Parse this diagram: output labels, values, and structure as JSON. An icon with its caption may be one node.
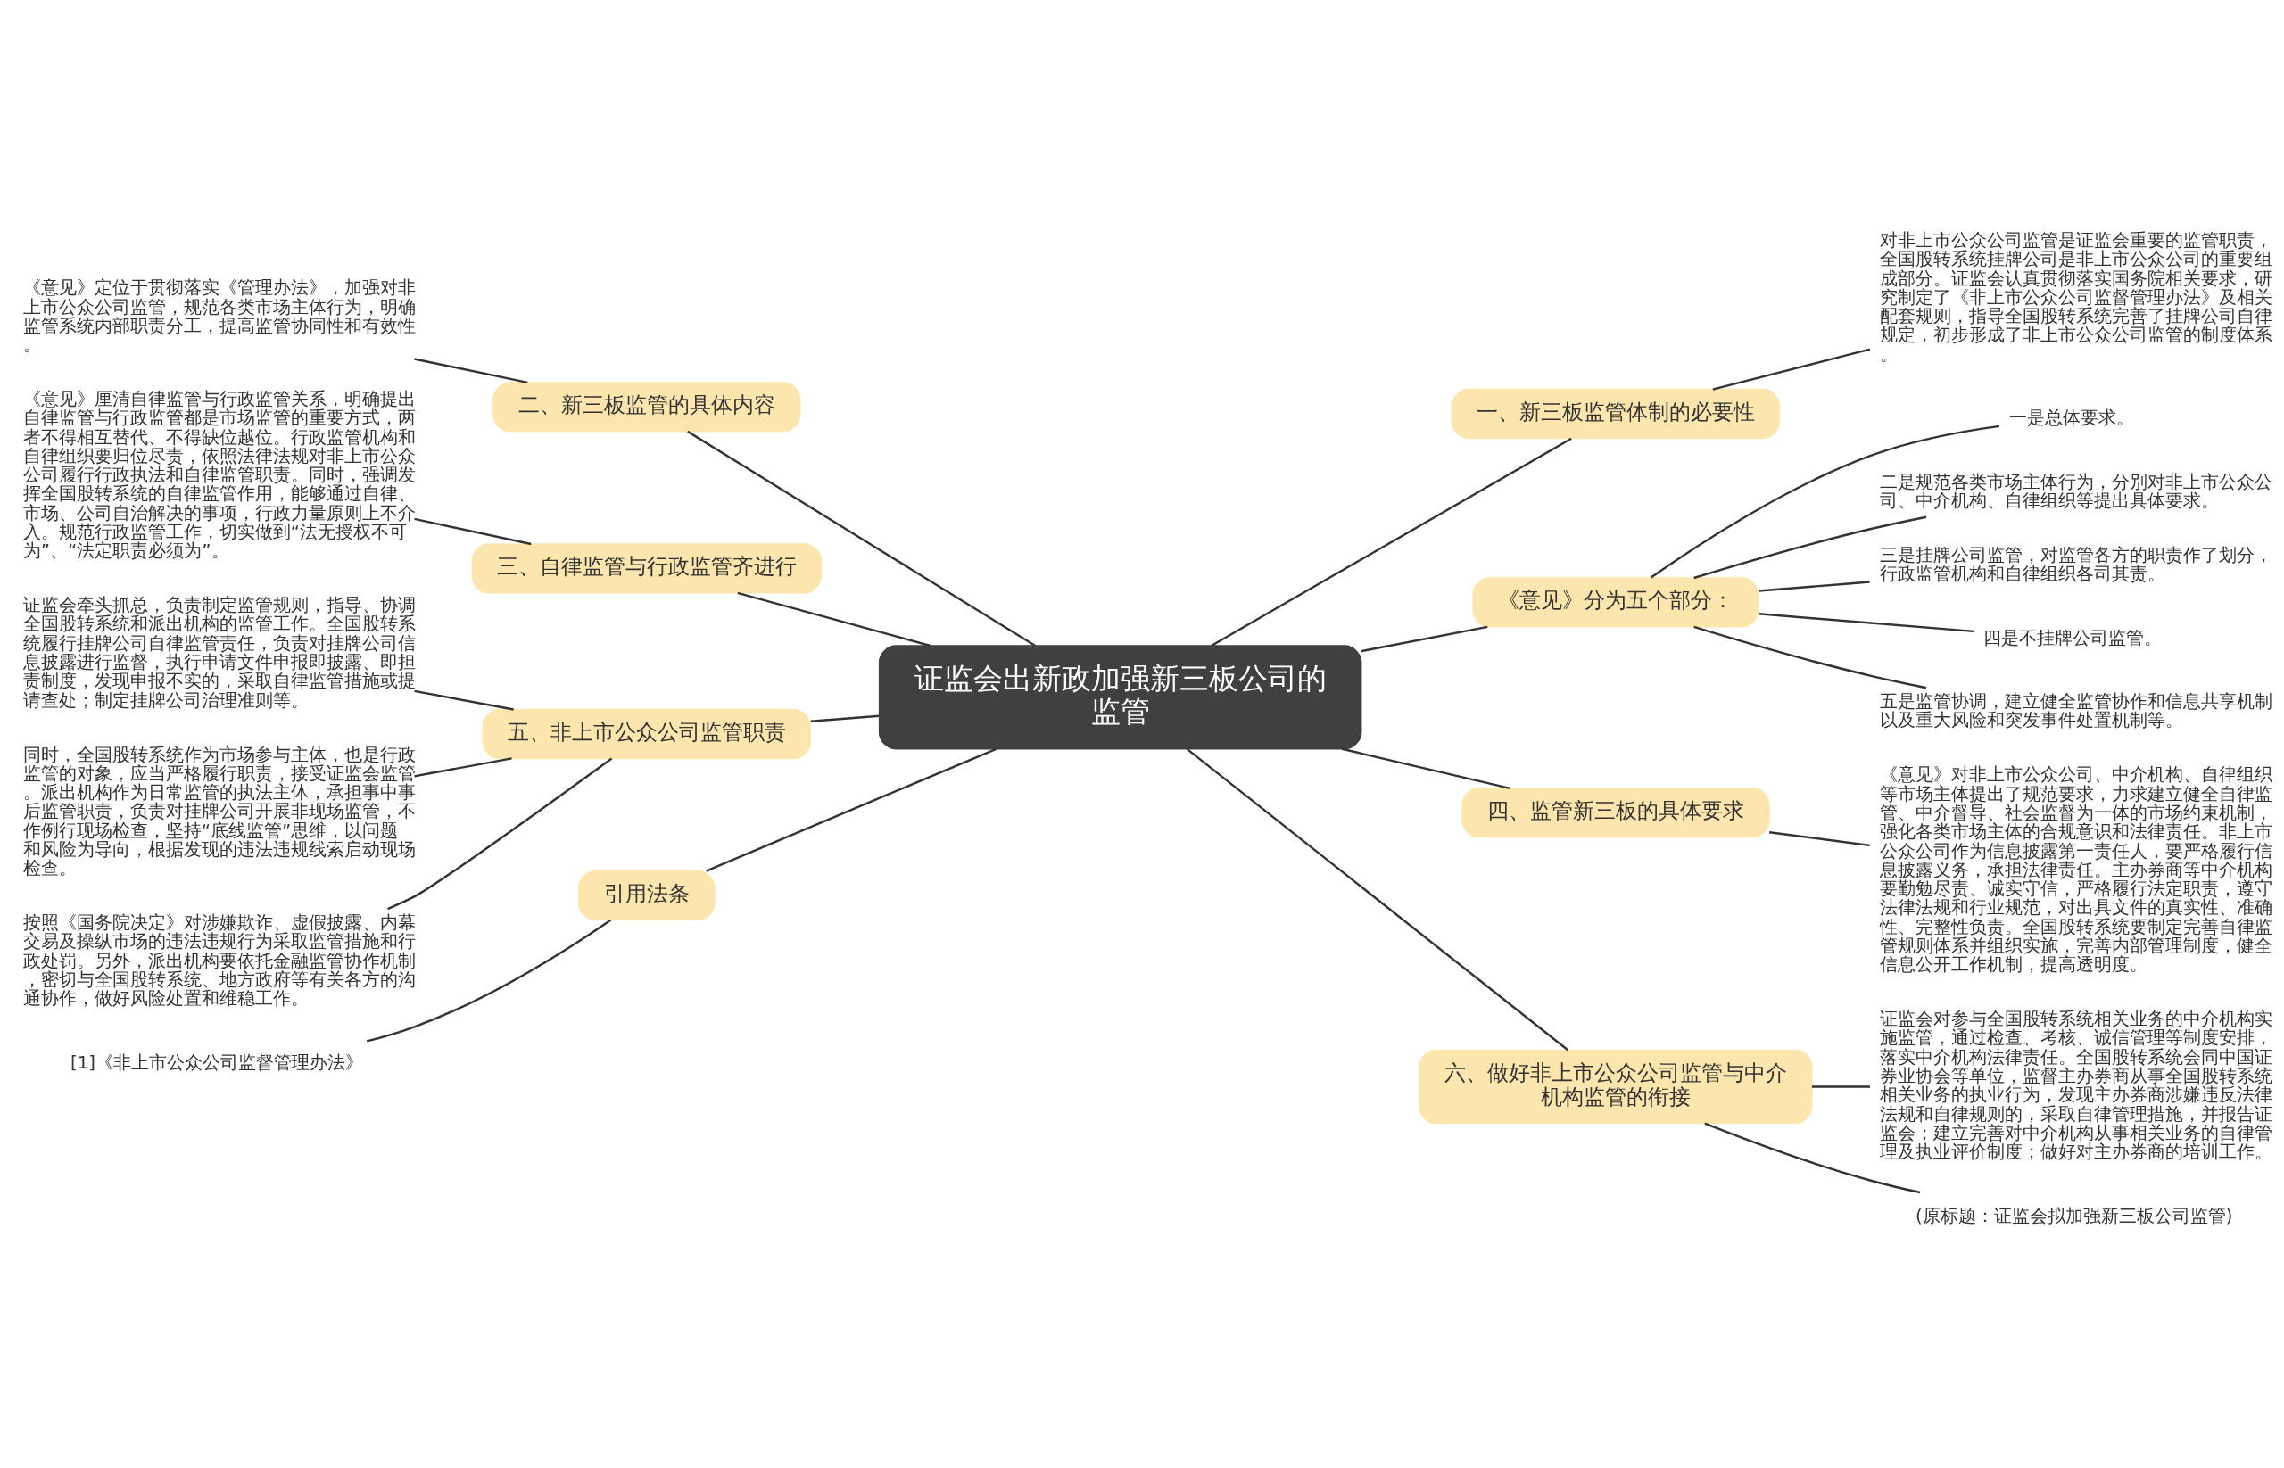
{
  "diagram": {
    "nodes": [
      {
        "text": [
          "证监会出新政加强新三板公司的监管"
        ]
      },
      {
        "text": [
          "一、新三板监管体制的必要性"
        ]
      },
      {
        "text": [
          "对非上市公众公司监管是证监会重要的监管职责，全国股转系统挂牌公司是非上市公众公司的重要组成部分。证监会认真贯彻落实国务院相关要求，研究制定了《非上市公众公司监督管理办法》及相关配套规则，指导全国股转系统完善了挂牌公司自律规定，初步形成了非上市公众公司监管的制度体系。"
        ]
      },
      {
        "text": [
          "《意见》分为五个部分："
        ]
      },
      {
        "text": [
          "一是总体要求。"
        ]
      },
      {
        "text": [
          "二是规范各类市场主体行为，分别对非上市公众公司、中介机构、自律组织等提出具体要求。"
        ]
      },
      {
        "text": [
          "三是挂牌公司监管，对监管各方的职责作了划分，行政监管机构和自律组织各司其责。"
        ]
      },
      {
        "text": [
          "四是不挂牌公司监管。"
        ]
      },
      {
        "text": [
          "五是监管协调，建立健全监管协作和信息共享机制以及重大风险和突发事件处置机制等。"
        ]
      },
      {
        "text": [
          "四、监管新三板的具体要求"
        ]
      },
      {
        "text": [
          "《意见》对非上市公众公司、中介机构、自律组织等市场主体提出了规范要求，力求建立健全自律监管、中介督导、社会监督为一体的市场约束机制，强化各类市场主体的合规意识和法律责任。非上市公众公司作为信息披露第一责任人，要严格履行信息披露义务，承担法律责任。主办券商等中介机构要勤勉尽责、诚实守信，严格履行法定职责，遵守法律法规和行业规范，对出具文件的真实性、准确性、完整性负责。全国股转系统要制定完善自律监管规则体系并组织实施，完善内部管理制度，健全信息公开工作机制，提高透明度。"
        ]
      },
      {
        "text": [
          "六、做好非上市公众公司监管与中介机构监管的衔接"
        ]
      },
      {
        "text": [
          "证监会对参与全国股转系统相关业务的中介机构实施监管，通过检查、考核、诚信管理等制度安排，落实中介机构法律责任。全国股转系统会同中国证券业协会等单位，监督主办券商从事全国股转系统相关业务的执业行为，发现主办券商涉嫌违反法律法规和自律规则的，采取自律管理措施，并报告证监会；建立完善对中介机构从事相关业务的自律管理及执业评价制度；做好对主办券商的培训工作。"
        ]
      },
      {
        "text": [
          "(原标题：证监会拟加强新三板公司监管)"
        ]
      },
      {
        "text": [
          "二、新三板监管的具体内容"
        ]
      },
      {
        "text": [
          "《意见》定位于贯彻落实《管理办法》，加强对非上市公众公司监管，规范各类市场主体行为，明确监管系统内部职责分工，提高监管协同性和有效性。"
        ]
      },
      {
        "text": [
          "三、自律监管与行政监管齐进行"
        ]
      },
      {
        "text": [
          "《意见》厘清自律监管与行政监管关系，明确提出自律监管与行政监管都是市场监管的重要方式，两者不得相互替代、不得缺位越位。行政监管机构和自律组织要归位尽责，依照法律法规对非上市公众公司履行行政执法和自律监管职责。同时，强调发挥全国股转系统的自律监管作用，能够通过自律、市场、公司自治解决的事项，行政力量原则上不介入。规范行政监管工作，切实做到“法无授权不可为”、“法定职责必须为”。"
        ]
      },
      {
        "text": [
          "五、非上市公众公司监管职责"
        ]
      },
      {
        "text": [
          "证监会牵头抓总，负责制定监管规则，指导、协调全国股转系统和派出机构的监管工作。全国股转系统履行挂牌公司自律监管责任，负责对挂牌公司信息披露进行监督，执行申请文件申报即披露、即担责制度，发现申报不实的，采取自律监管措施或提请查处；制定挂牌公司治理准则等。"
        ]
      },
      {
        "text": [
          "同时，全国股转系统作为市场参与主体，也是行政监管的对象，应当严格履行职责，接受证监会监管。派出机构作为日常监管的执法主体，承担事中事后监管职责，负责对挂牌公司开展非现场监管，不作例行现场检查，坚持“底线监管”思维，以问题和风险为导向，根据发现的违法违规线索启动现场检查。"
        ]
      },
      {
        "text": [
          "按照《国务院决定》对涉嫌欺诈、虚假披露、内幕交易及操纵市场的违法违规行为采取监管措施和行政处罚。另外，派出机构要依托金融监管协作机制，密切与全国股转系统、地方政府等有关各方的沟通协作，做好风险处置和维稳工作。"
        ]
      },
      {
        "text": [
          "引用法条"
        ]
      },
      {
        "text": [
          "[1]《非上市公众公司监督管理办法》"
        ]
      }
    ],
    "edges": [
      {
        "from": 0,
        "to": 1,
        "arrow": "none"
      },
      {
        "from": 1,
        "to": 2,
        "arrow": "none"
      },
      {
        "from": 0,
        "to": 3,
        "arrow": "none"
      },
      {
        "from": 3,
        "to": 4,
        "arrow": "none"
      },
      {
        "from": 3,
        "to": 5,
        "arrow": "none"
      },
      {
        "from": 3,
        "to": 6,
        "arrow": "none"
      },
      {
        "from": 3,
        "to": 7,
        "arrow": "none"
      },
      {
        "from": 3,
        "to": 8,
        "arrow": "none"
      },
      {
        "from": 0,
        "to": 9,
        "arrow": "none"
      },
      {
        "from": 9,
        "to": 10,
        "arrow": "none"
      },
      {
        "from": 0,
        "to": 11,
        "arrow": "none"
      },
      {
        "from": 11,
        "to": 12,
        "arrow": "none"
      },
      {
        "from": 11,
        "to": 13,
        "arrow": "none"
      },
      {
        "from": 14,
        "to": 0,
        "arrow": "none"
      },
      {
        "from": 15,
        "to": 14,
        "arrow": "none"
      },
      {
        "from": 16,
        "to": 0,
        "arrow": "none"
      },
      {
        "from": 17,
        "to": 16,
        "arrow": "none"
      },
      {
        "from": 18,
        "to": 0,
        "arrow": "none"
      },
      {
        "from": 19,
        "to": 18,
        "arrow": "none"
      },
      {
        "from": 20,
        "to": 18,
        "arrow": "none"
      },
      {
        "from": 21,
        "to": 18,
        "arrow": "none"
      },
      {
        "from": 22,
        "to": 0,
        "arrow": "none"
      },
      {
        "from": 23,
        "to": 22,
        "arrow": "none"
      }
    ]
  }
}
